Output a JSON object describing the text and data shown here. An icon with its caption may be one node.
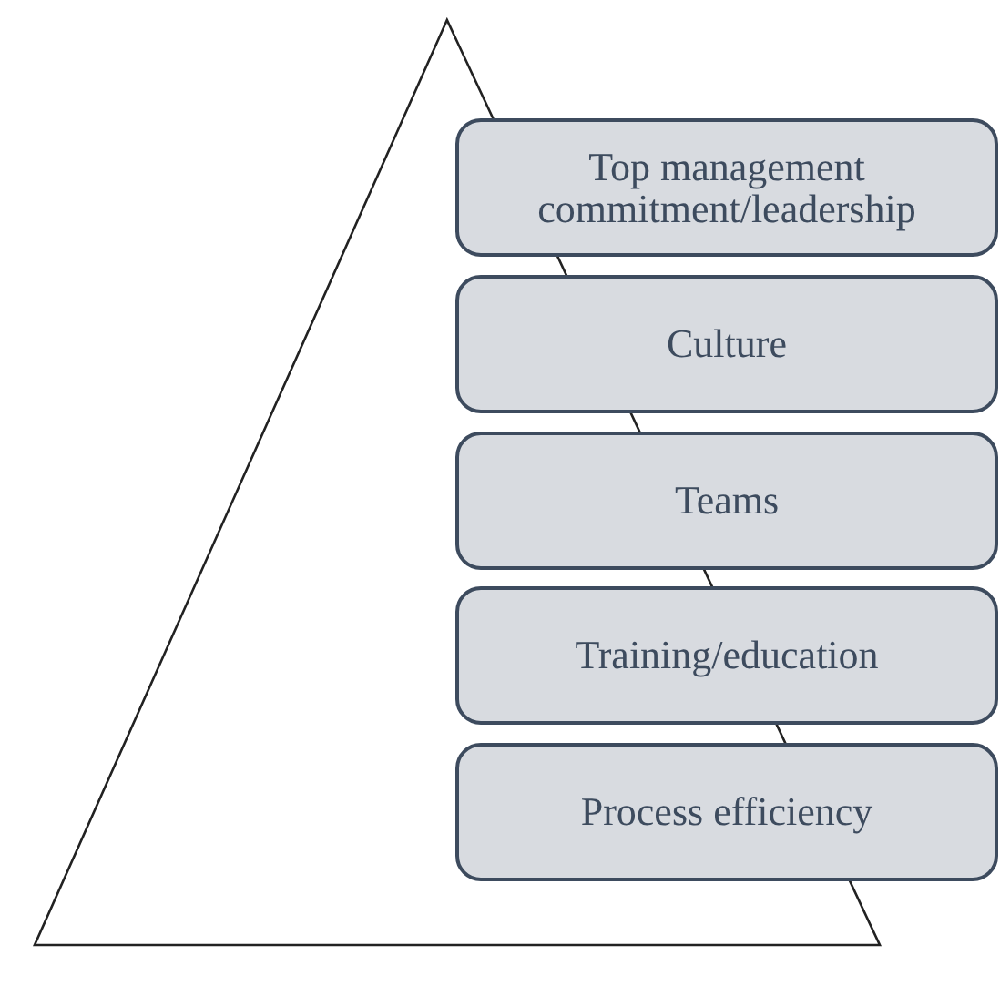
{
  "diagram": {
    "nodes": [
      {
        "text": [],
        "shape": "triangle"
      },
      {
        "text": [
          "Top management commitment/leadership"
        ]
      },
      {
        "text": [
          "Culture"
        ]
      },
      {
        "text": [
          "Teams"
        ]
      },
      {
        "text": [
          "Training/education"
        ]
      },
      {
        "text": [
          "Process efficiency"
        ]
      }
    ]
  }
}
